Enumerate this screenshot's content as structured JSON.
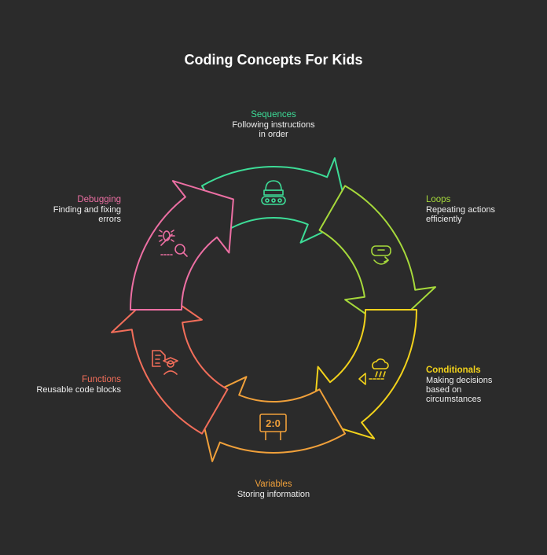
{
  "title": "Coding Concepts For Kids",
  "colors": {
    "background": "#2b2b2b",
    "sequences": "#3ddc97",
    "loops": "#a6d93b",
    "conditionals": "#f2d21b",
    "variables": "#f0a03a",
    "functions": "#f26e5a",
    "debugging": "#ec6fa3"
  },
  "stages": [
    {
      "key": "sequences",
      "title": "Sequences",
      "desc": "Following instructions in order",
      "icon": "conveyor-icon"
    },
    {
      "key": "loops",
      "title": "Loops",
      "desc": "Repeating actions efficiently",
      "icon": "vr-loop-icon"
    },
    {
      "key": "conditionals",
      "title": "Conditionals",
      "desc": "Making decisions based on circumstances",
      "icon": "weather-decision-icon"
    },
    {
      "key": "variables",
      "title": "Variables",
      "desc": "Storing information",
      "icon": "scoreboard-icon"
    },
    {
      "key": "functions",
      "title": "Functions",
      "desc": "Reusable code blocks",
      "icon": "document-person-icon"
    },
    {
      "key": "debugging",
      "title": "Debugging",
      "desc": "Finding and fixing errors",
      "icon": "bug-search-icon"
    }
  ],
  "scoreboard_text": "2:0"
}
